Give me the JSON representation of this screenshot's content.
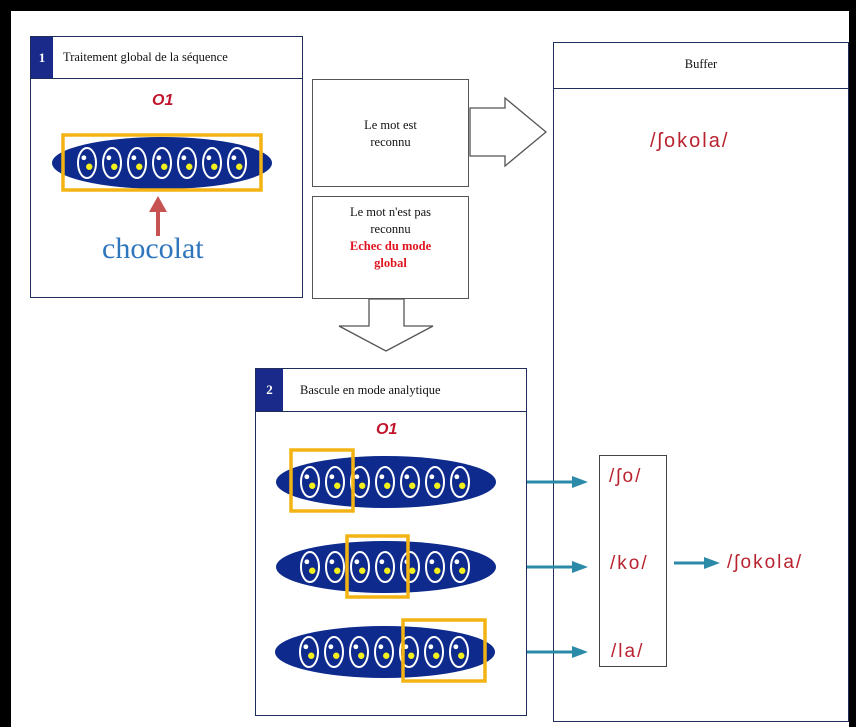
{
  "step1": {
    "number": "1",
    "title": "Traitement global de la séquence",
    "label": "O1",
    "word": "chocolat"
  },
  "buffer": {
    "title": "Buffer",
    "result": "/ʃokola/"
  },
  "recognized": {
    "line1": "Le mot est",
    "line2": "reconnu"
  },
  "not_recognized": {
    "line1": "Le mot n'est pas",
    "line2": "reconnu",
    "fail1": "Echec du mode",
    "fail2": "global"
  },
  "step2": {
    "number": "2",
    "title": "Bascule en mode analytique",
    "label": "O1"
  },
  "syllables": [
    "/ʃo/",
    "/ko/",
    "/la/"
  ],
  "final_result": "/ʃokola/",
  "colors": {
    "navy": "#0d2a8c",
    "highlight": "#f3b313",
    "dot": "#f4f01c",
    "phon_red": "#b8232f",
    "arrow_teal": "#2b8aa7",
    "fail_red": "#e0151f",
    "word_blue": "#2f76bd",
    "badge": "#1a2a8a"
  }
}
